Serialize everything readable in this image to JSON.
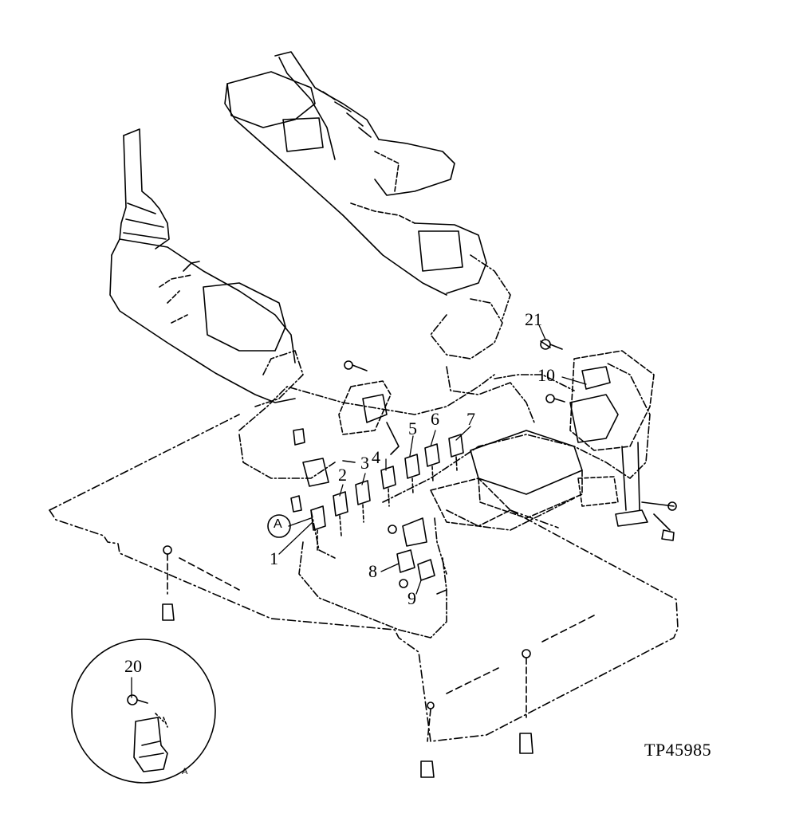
{
  "figure": {
    "reference": "TP45985",
    "callouts": [
      "1",
      "2",
      "3",
      "4",
      "5",
      "6",
      "7",
      "8",
      "9",
      "10",
      "20",
      "21"
    ],
    "detail_marker": "A",
    "inset_label": "A"
  },
  "colors": {
    "ink": "#000000",
    "paper": "#ffffff"
  }
}
